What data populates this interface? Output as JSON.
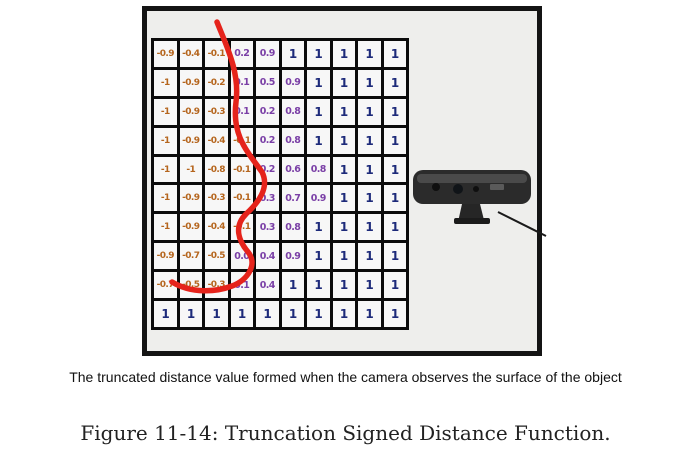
{
  "tsdf_grid": {
    "rows": [
      [
        "-0.9",
        "-0.4",
        "-0.1",
        "0.2",
        "0.9",
        "1",
        "1",
        "1",
        "1",
        "1"
      ],
      [
        "-1",
        "-0.9",
        "-0.2",
        "0.1",
        "0.5",
        "0.9",
        "1",
        "1",
        "1",
        "1"
      ],
      [
        "-1",
        "-0.9",
        "-0.3",
        "0.1",
        "0.2",
        "0.8",
        "1",
        "1",
        "1",
        "1"
      ],
      [
        "-1",
        "-0.9",
        "-0.4",
        "-0.1",
        "0.2",
        "0.8",
        "1",
        "1",
        "1",
        "1"
      ],
      [
        "-1",
        "-1",
        "-0.8",
        "-0.1",
        "0.2",
        "0.6",
        "0.8",
        "1",
        "1",
        "1"
      ],
      [
        "-1",
        "-0.9",
        "-0.3",
        "-0.1",
        "0.3",
        "0.7",
        "0.9",
        "1",
        "1",
        "1"
      ],
      [
        "-1",
        "-0.9",
        "-0.4",
        "-0.1",
        "0.3",
        "0.8",
        "1",
        "1",
        "1",
        "1"
      ],
      [
        "-0.9",
        "-0.7",
        "-0.5",
        "0.0",
        "0.4",
        "0.9",
        "1",
        "1",
        "1",
        "1"
      ],
      [
        "-0.7",
        "-0.5",
        "-0.3",
        "0.1",
        "0.4",
        "1",
        "1",
        "1",
        "1",
        "1"
      ],
      [
        "1",
        "1",
        "1",
        "1",
        "1",
        "1",
        "1",
        "1",
        "1",
        "1"
      ]
    ]
  },
  "colors": {
    "negative_value": "#b5651d",
    "fraction_value": "#7a3fa6",
    "one_value": "#1d2a7a",
    "surface_curve": "#e5231b",
    "grid_lines": "#0b0b0b",
    "slide_background": "#eeeeec",
    "camera_body": "#2b2b2b"
  },
  "icons": {
    "camera": "depth-camera-icon"
  },
  "caption": "The truncated distance value formed when the camera observes the surface of the object",
  "figure_title": "Figure 11-14: Truncation Signed Distance Function."
}
